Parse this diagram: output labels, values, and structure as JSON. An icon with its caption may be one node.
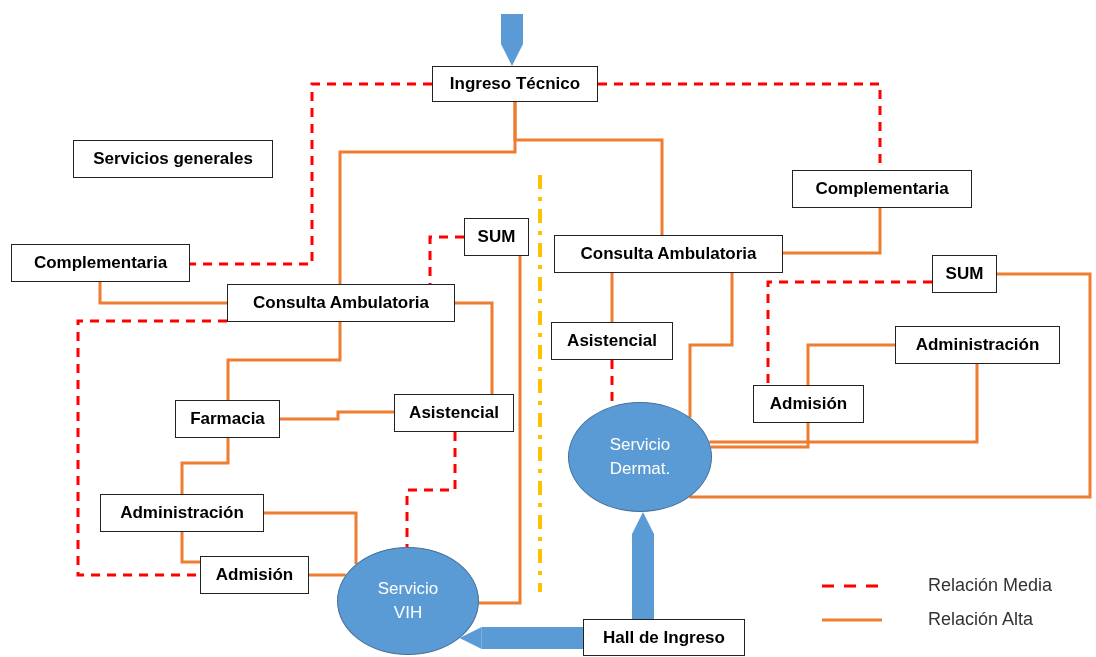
{
  "diagram": {
    "nodes": [
      {
        "text": [
          "Ingreso Técnico"
        ]
      },
      {
        "text": [
          "Servicios generales"
        ]
      },
      {
        "text": [
          "Complementaria"
        ]
      },
      {
        "text": [
          "SUM"
        ]
      },
      {
        "text": [
          "Consulta Ambulatoria"
        ]
      },
      {
        "text": [
          "Farmacia"
        ]
      },
      {
        "text": [
          "Asistencial"
        ]
      },
      {
        "text": [
          "Administración"
        ]
      },
      {
        "text": [
          "Admisión"
        ]
      },
      {
        "text": [
          "Servicio VIH"
        ]
      },
      {
        "text": [
          "Complementaria"
        ]
      },
      {
        "text": [
          "Consulta Ambulatoria"
        ]
      },
      {
        "text": [
          "SUM"
        ]
      },
      {
        "text": [
          "Asistencial"
        ]
      },
      {
        "text": [
          "Administración"
        ]
      },
      {
        "text": [
          "Admisión"
        ]
      },
      {
        "text": [
          "Servicio Dermat."
        ]
      },
      {
        "text": [
          "Hall de Ingreso"
        ]
      }
    ],
    "edges": [
      {
        "from": 0,
        "to": 2,
        "arrow": "none",
        "style": "dashed",
        "color": "#ff0000"
      },
      {
        "from": 0,
        "to": 10,
        "arrow": "none",
        "style": "dashed",
        "color": "#ff0000"
      },
      {
        "from": 3,
        "to": 4,
        "arrow": "none",
        "style": "dashed",
        "color": "#ff0000"
      },
      {
        "from": 4,
        "to": 8,
        "arrow": "none",
        "style": "dashed",
        "color": "#ff0000"
      },
      {
        "from": 6,
        "to": 9,
        "arrow": "none",
        "style": "dashed",
        "color": "#ff0000"
      },
      {
        "from": 12,
        "to": 15,
        "arrow": "none",
        "style": "dashed",
        "color": "#ff0000"
      },
      {
        "from": 13,
        "to": 16,
        "arrow": "none",
        "style": "dashed",
        "color": "#ff0000"
      },
      {
        "from": 0,
        "to": 4,
        "arrow": "none"
      },
      {
        "from": 0,
        "to": 11,
        "arrow": "none"
      },
      {
        "from": 2,
        "to": 4,
        "arrow": "none"
      },
      {
        "from": 4,
        "to": 6,
        "arrow": "none"
      },
      {
        "from": 4,
        "to": 5,
        "arrow": "none"
      },
      {
        "from": 5,
        "to": 6,
        "arrow": "none"
      },
      {
        "from": 5,
        "to": 7,
        "arrow": "none"
      },
      {
        "from": 7,
        "to": 9,
        "arrow": "none"
      },
      {
        "from": 7,
        "to": 8,
        "arrow": "none"
      },
      {
        "from": 8,
        "to": 9,
        "arrow": "none"
      },
      {
        "from": 3,
        "to": 9,
        "arrow": "none"
      },
      {
        "from": 10,
        "to": 11,
        "arrow": "none"
      },
      {
        "from": 11,
        "to": 13,
        "arrow": "none"
      },
      {
        "from": 11,
        "to": 16,
        "arrow": "none"
      },
      {
        "from": 14,
        "to": 15,
        "arrow": "none"
      },
      {
        "from": 15,
        "to": 16,
        "arrow": "none"
      },
      {
        "from": 14,
        "to": 16,
        "arrow": "none"
      },
      {
        "from": 12,
        "to": 16,
        "arrow": "none"
      },
      {
        "from": null,
        "to": 0,
        "arrow": "to",
        "style": "thick",
        "color": "#5b9bd5"
      },
      {
        "from": 17,
        "to": 9,
        "arrow": "to",
        "style": "thick",
        "color": "#5b9bd5"
      },
      {
        "from": 17,
        "to": 16,
        "arrow": "to",
        "style": "thick",
        "color": "#5b9bd5"
      }
    ],
    "legend": [
      {
        "text": "Relación Media"
      },
      {
        "text": "Relación Alta"
      }
    ]
  }
}
